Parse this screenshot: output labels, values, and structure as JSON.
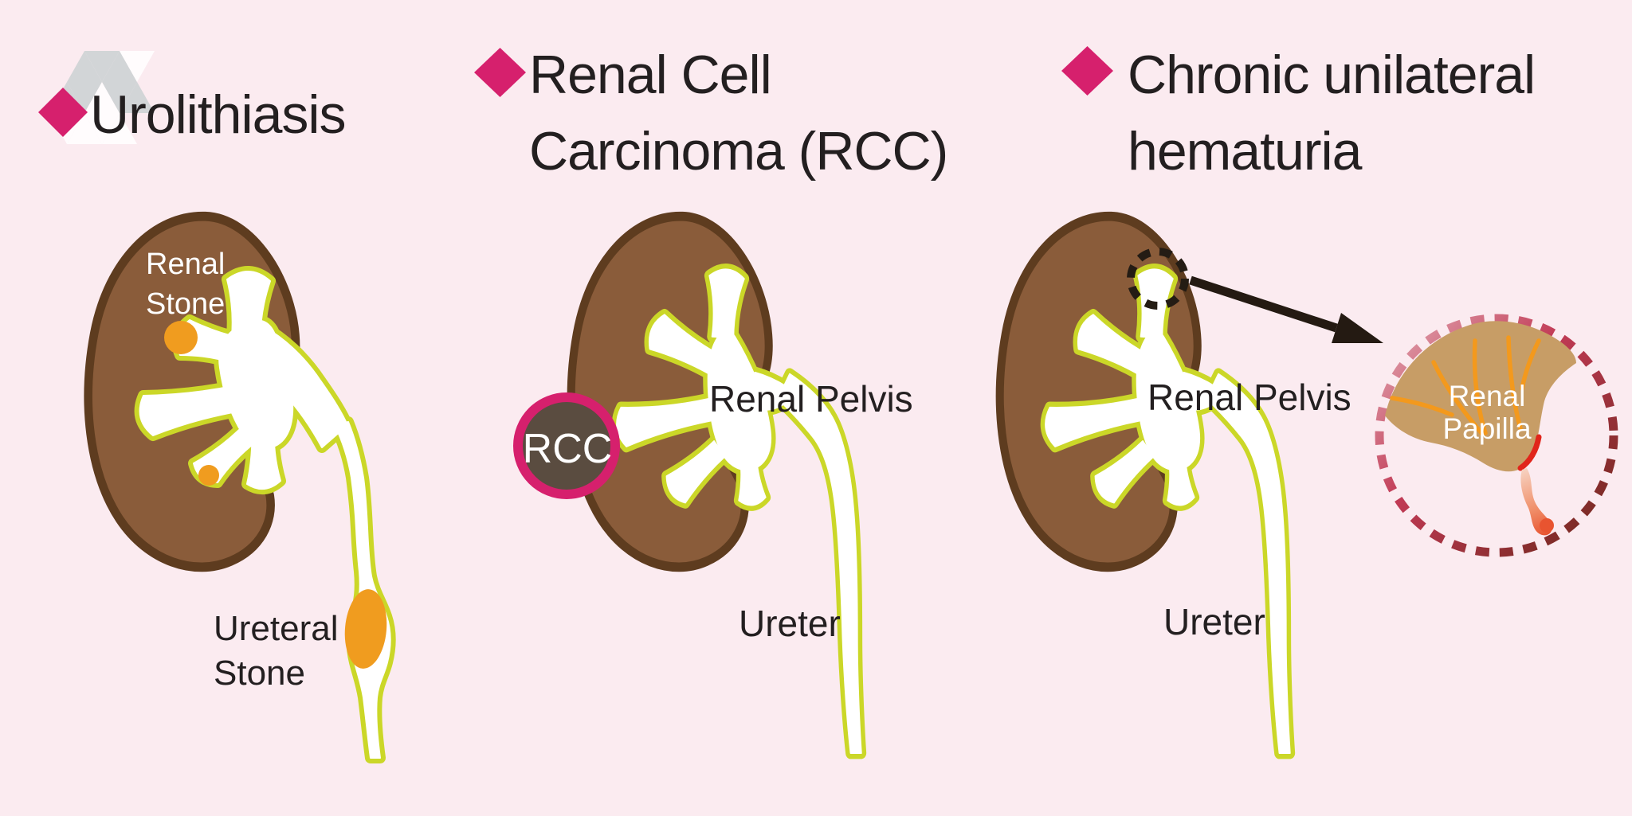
{
  "figure": {
    "type": "medical-illustration",
    "subject": "Causes of hematuria shown on kidney diagrams"
  },
  "colors": {
    "background": "#fbebf0",
    "accent_magenta": "#d6206d",
    "kidney_brown": "#8a5c3a",
    "kidney_outline": "#5e3c1f",
    "urinary_tract_outline": "#cbd728",
    "stone_orange": "#f09c1f",
    "rcc_fill": "#5a4c40",
    "text_dark": "#231f20",
    "label_white": "#ffffff",
    "papilla_tan": "#c79d66",
    "duct_orange": "#f3991d",
    "blood_red": "#e1251b",
    "inset_dash_dark": "#7a2a24",
    "inset_dash_pink": "#dc93a1",
    "watermark_gray": "#d2d5d7"
  },
  "panels": [
    {
      "id": "urolithiasis",
      "title_lines": [
        "Urolithiasis"
      ],
      "labels": {
        "renal_stone_lines": [
          "Renal",
          "Stone"
        ],
        "ureteral_stone_lines": [
          "Ureteral",
          "Stone"
        ]
      }
    },
    {
      "id": "renal-cell-carcinoma",
      "title_lines": [
        "Renal Cell",
        "Carcinoma (RCC)"
      ],
      "labels": {
        "renal_pelvis": "Renal Pelvis",
        "ureter": "Ureter",
        "rcc_badge": "RCC"
      }
    },
    {
      "id": "chronic-unilateral-hematuria",
      "title_lines": [
        "Chronic unilateral",
        "hematuria"
      ],
      "labels": {
        "renal_pelvis": "Renal Pelvis",
        "ureter": "Ureter",
        "renal_papilla_lines": [
          "Renal",
          "Papilla"
        ]
      }
    }
  ]
}
